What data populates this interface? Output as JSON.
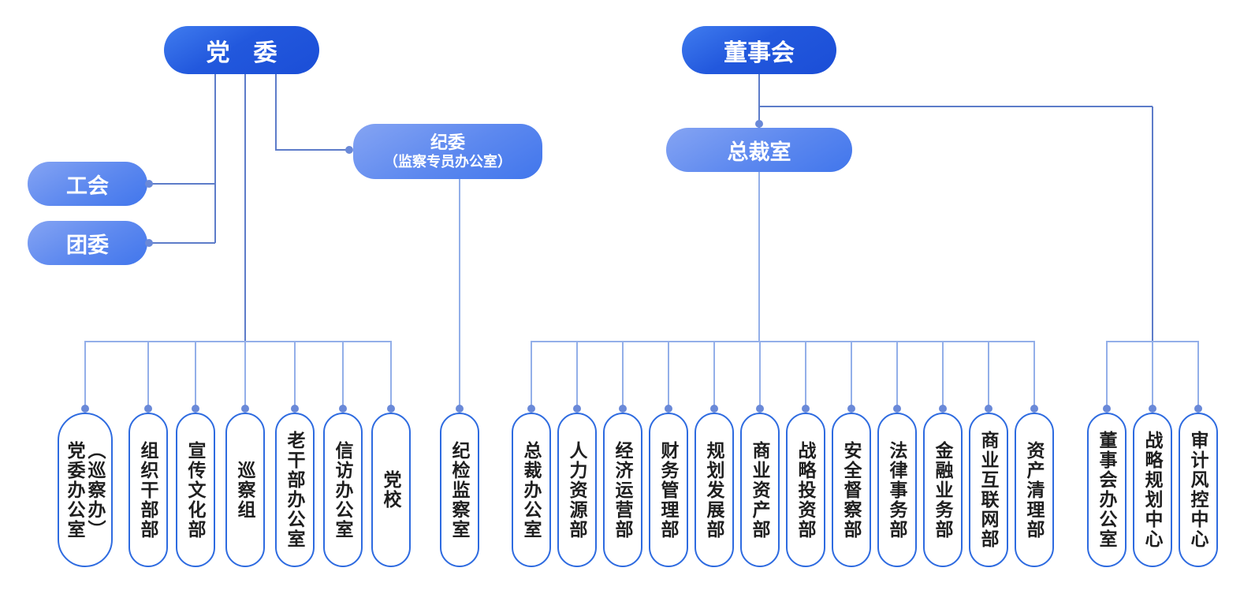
{
  "palette": {
    "primary_pill_top": "#407cef",
    "primary_pill_bottom": "#1b4ed7",
    "secondary_pill_top": "#85a4f3",
    "secondary_pill_bottom": "#4176ec",
    "line_dark": "#5d7cc9",
    "line_light": "#93afe9",
    "dot": "#6a89d8",
    "dept_pill_border": "#2e6be0",
    "dept_pill_text": "#1f1f1f"
  },
  "nodes": {
    "party_committee": "党　委",
    "board_of_directors": "董事会",
    "labor_union": "工会",
    "youth_league": "团委",
    "discipline_committee": "纪委",
    "discipline_committee_sub": "（监察专员办公室）",
    "president_office": "总裁室"
  },
  "party_departments": [
    {
      "lines": [
        "党委办公室",
        "（巡察办）"
      ]
    },
    {
      "lines": [
        "组织干部部"
      ]
    },
    {
      "lines": [
        "宣传文化部"
      ]
    },
    {
      "lines": [
        "巡察组"
      ]
    },
    {
      "lines": [
        "老干部办公室"
      ]
    },
    {
      "lines": [
        "信访办公室"
      ]
    },
    {
      "lines": [
        "党校"
      ]
    }
  ],
  "discipline_departments": [
    {
      "lines": [
        "纪检监察室"
      ]
    }
  ],
  "president_departments": [
    {
      "lines": [
        "总裁办公室"
      ]
    },
    {
      "lines": [
        "人力资源部"
      ]
    },
    {
      "lines": [
        "经济运营部"
      ]
    },
    {
      "lines": [
        "财务管理部"
      ]
    },
    {
      "lines": [
        "规划发展部"
      ]
    },
    {
      "lines": [
        "商业资产部"
      ]
    },
    {
      "lines": [
        "战略投资部"
      ]
    },
    {
      "lines": [
        "安全督察部"
      ]
    },
    {
      "lines": [
        "法律事务部"
      ]
    },
    {
      "lines": [
        "金融业务部"
      ]
    },
    {
      "lines": [
        "商业互联网部"
      ]
    },
    {
      "lines": [
        "资产清理部"
      ]
    }
  ],
  "board_departments": [
    {
      "lines": [
        "董事会办公室"
      ]
    },
    {
      "lines": [
        "战略规划中心"
      ]
    },
    {
      "lines": [
        "审计风控中心"
      ]
    }
  ]
}
